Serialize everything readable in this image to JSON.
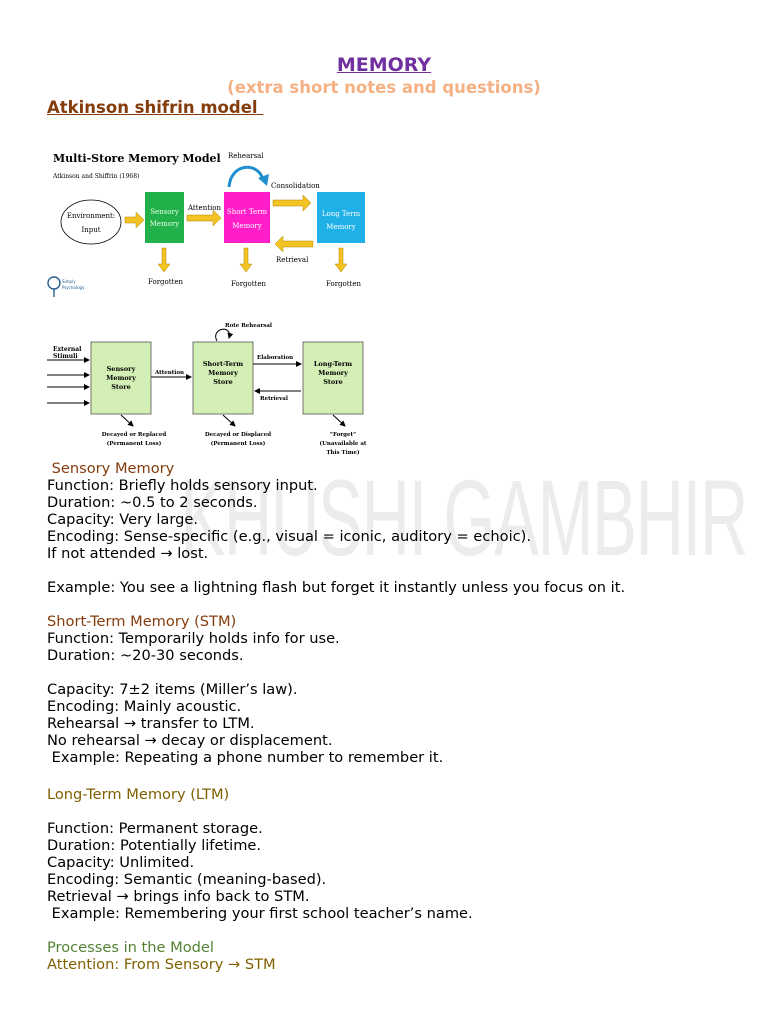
{
  "header": {
    "title": "MEMORY",
    "subtitle": "(extra short notes and questions)",
    "model_heading": "Atkinson shifrin model "
  },
  "watermark": "KHUSHI GAMBHIR",
  "figure1": {
    "title": "Multi-Store Memory Model",
    "subtitle": "Atkinson and Shiffrin (1968)",
    "environment": [
      "Environment:",
      "Input"
    ],
    "sensory": [
      "Sensory",
      "Memory"
    ],
    "stm": [
      "Short Term",
      "Memory"
    ],
    "ltm": [
      "Long Term",
      "Memory"
    ],
    "attention": "Attention",
    "rehearsal": "Rehearsal",
    "consolidation": "Consolidation",
    "retrieval": "Retrieval",
    "forgotten": "Forgotten",
    "logo_text": [
      "Simply",
      "Psychology"
    ],
    "colors": {
      "sensory": "#22b04b",
      "stm": "#ff1ec8",
      "ltm": "#1fb0e8",
      "arrow": "#f2c322"
    }
  },
  "figure2": {
    "external": [
      "External",
      "Stimuli"
    ],
    "sensory": [
      "Sensory",
      "Memory",
      "Store"
    ],
    "stm": [
      "Short-Term",
      "Memory",
      "Store"
    ],
    "ltm": [
      "Long-Term",
      "Memory",
      "Store"
    ],
    "attention": "Attention",
    "rote": "Rote Rehearsal",
    "elaboration": "Elaboration",
    "retrieval": "Retrieval",
    "decayed_replaced": [
      "Decayed or Replaced",
      "(Permanent Loss)"
    ],
    "decayed_displaced": [
      "Decayed or Displaced",
      "(Permanent Loss)"
    ],
    "forget": [
      "“Forget”",
      "(Unavailable at",
      "This Time)"
    ],
    "colors": {
      "box": "#d3efb5"
    }
  },
  "sensory_section": {
    "heading": " Sensory Memory",
    "lines": [
      "Function: Briefly holds sensory input.",
      "Duration: ~0.5 to 2 seconds.",
      "Capacity: Very large.",
      "Encoding: Sense-specific (e.g., visual = iconic, auditory = echoic).",
      "If not attended → lost."
    ],
    "example": "Example: You see a lightning flash but forget it instantly unless you focus on it."
  },
  "stm_section": {
    "heading": "Short-Term Memory (STM)",
    "lines_a": [
      "Function: Temporarily holds info for use.",
      "Duration: ~20-30 seconds."
    ],
    "lines_b": [
      "Capacity: 7±2 items (Miller’s law).",
      "Encoding: Mainly acoustic.",
      "Rehearsal → transfer to LTM.",
      "No rehearsal → decay or displacement.",
      " Example: Repeating a phone number to remember it."
    ]
  },
  "ltm_section": {
    "heading": "Long-Term Memory (LTM)",
    "lines": [
      "Function: Permanent storage.",
      "Duration: Potentially lifetime.",
      "Capacity: Unlimited.",
      "Encoding: Semantic (meaning-based).",
      "Retrieval → brings info back to STM.",
      " Example: Remembering your first school teacher’s name."
    ]
  },
  "processes_section": {
    "heading": "Processes in the Model",
    "lines": [
      "Attention: From Sensory → STM"
    ]
  }
}
